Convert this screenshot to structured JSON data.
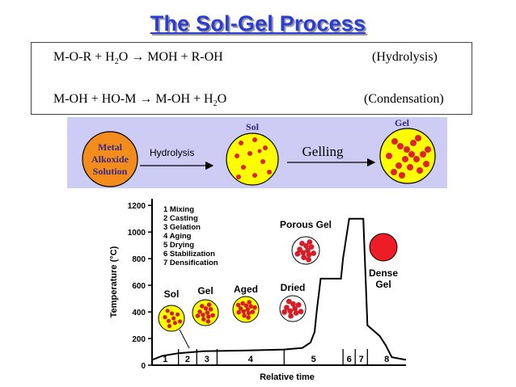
{
  "title": "The Sol-Gel Process",
  "equations": [
    {
      "reactants": "M-O-R + H",
      "reactants_sub": "2",
      "reactants_rest": "O",
      "arrow": "→",
      "products": "MOH + R-OH",
      "products_sub": "",
      "products_rest": "",
      "label": "(Hydrolysis)"
    },
    {
      "reactants": "M-OH + HO-M",
      "reactants_sub": "",
      "reactants_rest": "",
      "arrow": "→",
      "products": "M-OH + H",
      "products_sub": "2",
      "products_rest": "O",
      "label": "(Condensation)"
    }
  ],
  "scheme": {
    "alkoxide_lines": [
      "Metal",
      "Alkoxide",
      "Solution"
    ],
    "hydrolysis_label": "Hydrolysis",
    "sol_label": "Sol",
    "gelling_label": "Gelling",
    "gel_label": "Gel"
  },
  "chart_data": {
    "type": "line",
    "title": "",
    "xlabel": "Relative time",
    "ylabel": "Temperature (°C)",
    "ylim": [
      0,
      1250
    ],
    "yticks": [
      0,
      200,
      400,
      600,
      800,
      1000,
      1200
    ],
    "ytick_labels": [
      "0",
      "200",
      "400",
      "600",
      "800",
      "1000",
      "1200"
    ],
    "stages": [
      {
        "num": "1",
        "name": "Mixing"
      },
      {
        "num": "2",
        "name": "Casting"
      },
      {
        "num": "3",
        "name": "Gelation"
      },
      {
        "num": "4",
        "name": "Aging"
      },
      {
        "num": "5",
        "name": "Drying"
      },
      {
        "num": "6",
        "name": "Stabilization"
      },
      {
        "num": "7",
        "name": "Densification"
      },
      {
        "num": "8",
        "name": ""
      }
    ],
    "legend_prefix": [
      "1",
      "2",
      "3",
      "4",
      "5",
      "6",
      "7"
    ],
    "legend_items": [
      "Mixing",
      "Casting",
      "Gelation",
      "Aging",
      "Drying",
      "Stabilization",
      "Densification"
    ],
    "state_labels": [
      "Sol",
      "Gel",
      "Aged",
      "Dried",
      "Porous Gel",
      "Dense Gel"
    ],
    "dense_gel_lines": [
      "Dense",
      "Gel"
    ],
    "series": [
      {
        "x": [
          0,
          0.5,
          1.3,
          2.5,
          4.5,
          6.5,
          7.4,
          7.8,
          8.0,
          8.1,
          8.3,
          9.3,
          9.4,
          9.7,
          10.4,
          10.6,
          11.2,
          11.5,
          11.8,
          12.5
        ],
        "y": [
          40,
          70,
          90,
          105,
          110,
          118,
          130,
          170,
          250,
          400,
          650,
          650,
          800,
          1100,
          1100,
          300,
          220,
          150,
          60,
          40
        ]
      }
    ]
  }
}
